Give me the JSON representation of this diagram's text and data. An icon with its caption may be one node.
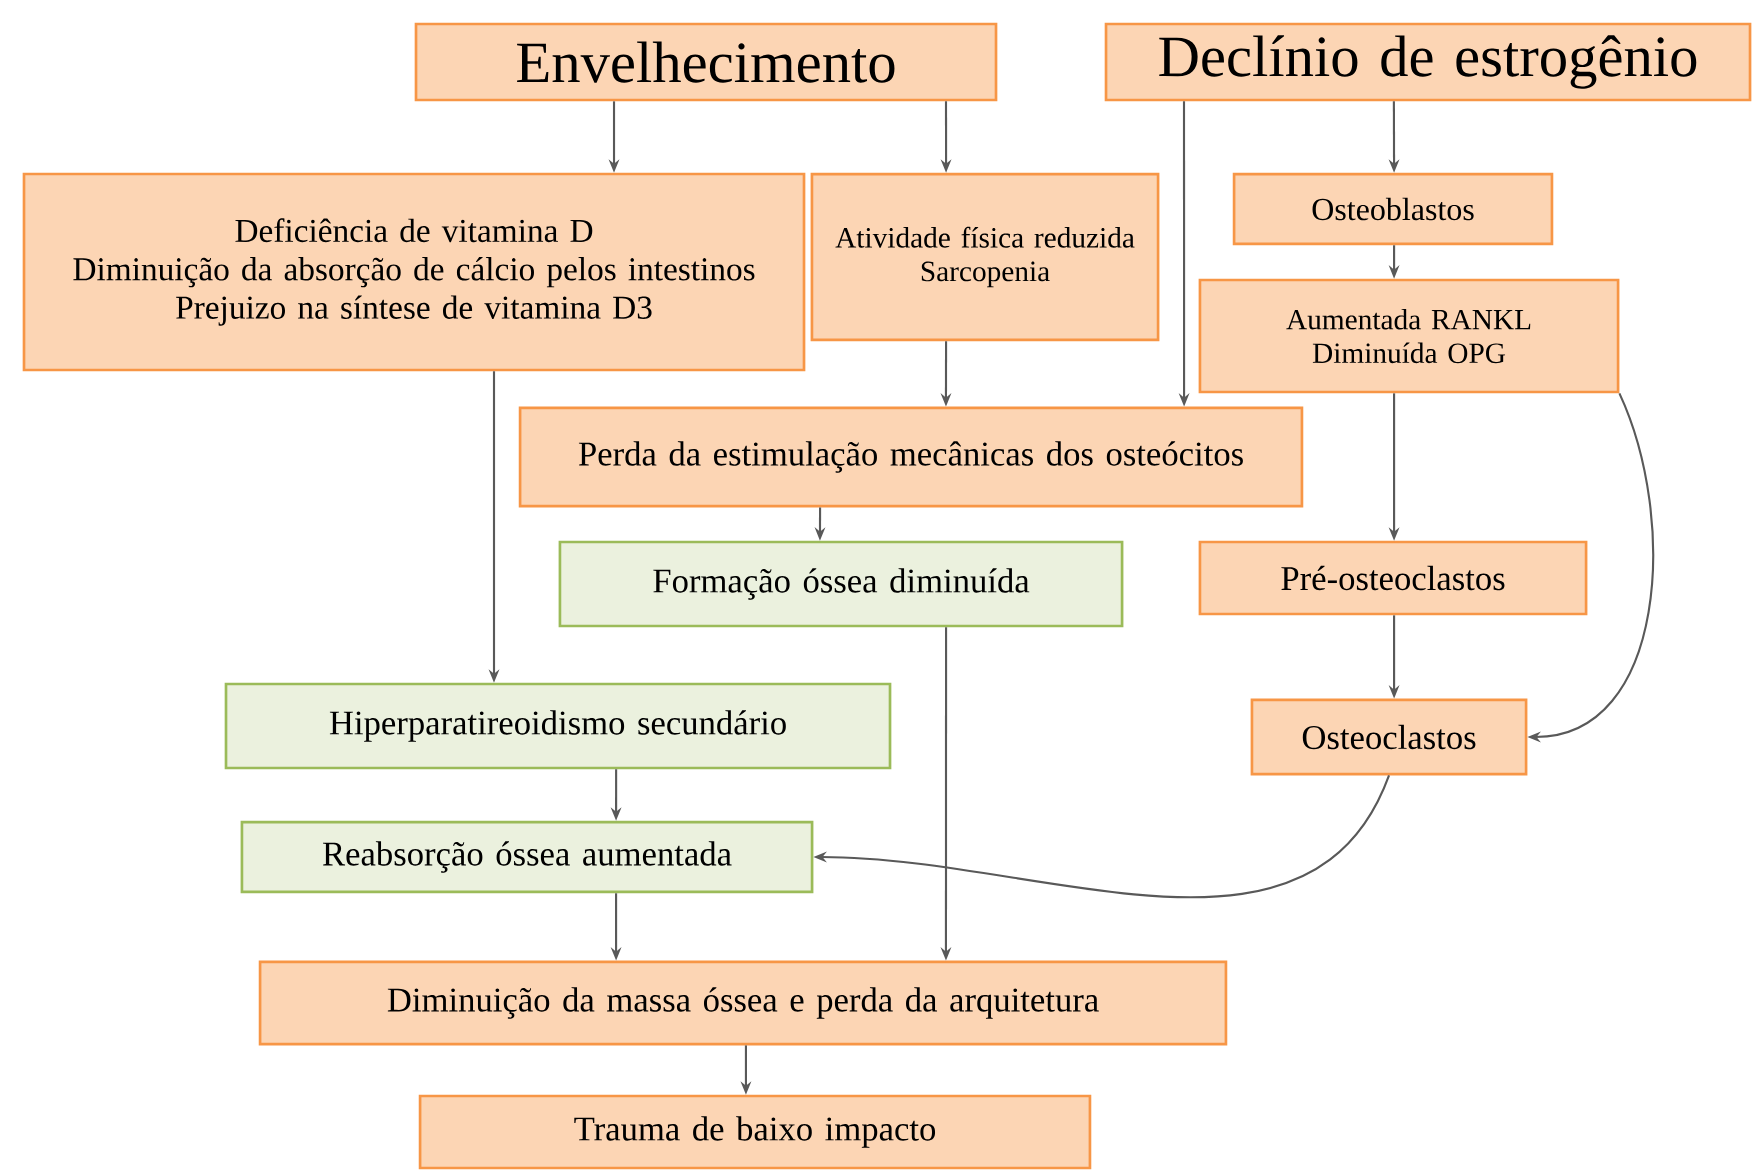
{
  "diagram": {
    "nodes": [
      {
        "text": [
          "Envelhecimento"
        ]
      },
      {
        "text": [
          "Declínio de estrogênio"
        ]
      },
      {
        "text": [
          "Deficiência de vitamina D",
          "Diminuição da absorção de cálcio pelos intestinos",
          "Prejuizo na síntese de vitamina D3"
        ]
      },
      {
        "text": [
          "Atividade física reduzida",
          "Sarcopenia"
        ]
      },
      {
        "text": [
          "Osteoblastos"
        ]
      },
      {
        "text": [
          "Aumentada RANKL",
          "Diminuída OPG"
        ]
      },
      {
        "text": [
          "Perda da estimulação mecânicas dos osteócitos"
        ]
      },
      {
        "text": [
          "Formação óssea diminuída"
        ]
      },
      {
        "text": [
          "Pré-osteoclastos"
        ]
      },
      {
        "text": [
          "Hiperparatireoidismo secundário"
        ]
      },
      {
        "text": [
          "Osteoclastos"
        ]
      },
      {
        "text": [
          "Reabsorção óssea aumentada"
        ]
      },
      {
        "text": [
          "Diminuição da massa óssea e perda da arquitetura"
        ]
      },
      {
        "text": [
          "Trauma de baixo impacto"
        ]
      }
    ],
    "edges": [
      {
        "from": 0,
        "to": 2,
        "arrow": "to"
      },
      {
        "from": 0,
        "to": 3,
        "arrow": "to"
      },
      {
        "from": 1,
        "to": 6,
        "arrow": "to"
      },
      {
        "from": 1,
        "to": 4,
        "arrow": "to"
      },
      {
        "from": 4,
        "to": 5,
        "arrow": "to"
      },
      {
        "from": 3,
        "to": 6,
        "arrow": "to"
      },
      {
        "from": 2,
        "to": 9,
        "arrow": "to"
      },
      {
        "from": 6,
        "to": 7,
        "arrow": "to"
      },
      {
        "from": 5,
        "to": 8,
        "arrow": "to"
      },
      {
        "from": 5,
        "to": 10,
        "arrow": "to"
      },
      {
        "from": 8,
        "to": 10,
        "arrow": "to"
      },
      {
        "from": 7,
        "to": 12,
        "arrow": "to"
      },
      {
        "from": 9,
        "to": 11,
        "arrow": "to"
      },
      {
        "from": 10,
        "to": 11,
        "arrow": "to"
      },
      {
        "from": 11,
        "to": 12,
        "arrow": "to"
      },
      {
        "from": 12,
        "to": 13,
        "arrow": "to"
      }
    ]
  }
}
